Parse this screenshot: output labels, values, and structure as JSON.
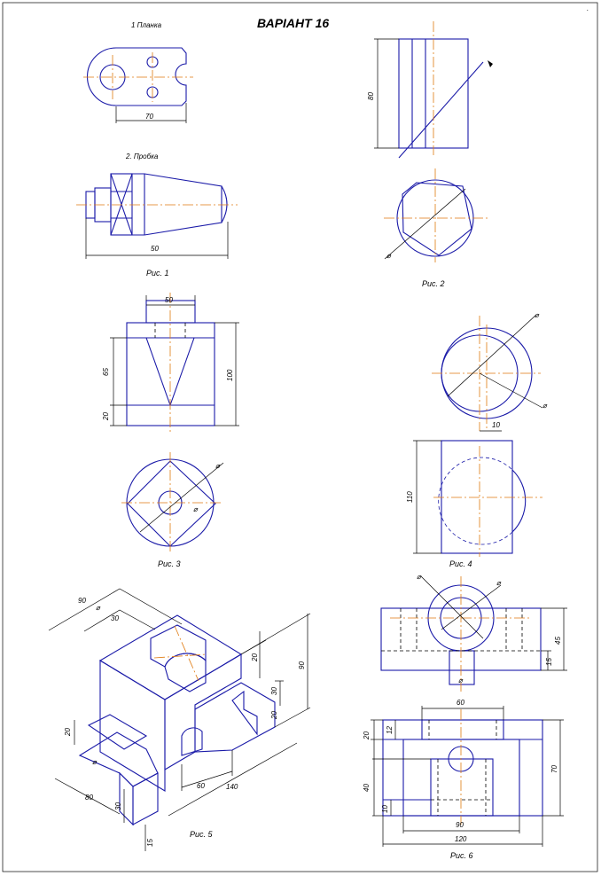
{
  "sheet": {
    "title": "ВАРІАНТ  16"
  },
  "fig1": {
    "part1_label": "1 Планка",
    "part2_label": "2. Пробка",
    "dim_70": "70",
    "dim_50": "50",
    "caption": "Рис. 1"
  },
  "fig2": {
    "dim_80": "80",
    "caption": "Рис. 2"
  },
  "fig3": {
    "dim_50": "50",
    "dim_65": "65",
    "dim_100": "100",
    "dim_20": "20",
    "caption": "Рис. 3"
  },
  "fig4": {
    "dim_10": "10",
    "dim_110": "110",
    "caption": "Рис. 4"
  },
  "fig5": {
    "dim_90a": "90",
    "dim_30a": "30",
    "dim_20a": "20",
    "dim_90b": "90",
    "dim_30b": "30",
    "dim_20b": "20",
    "dim_20c": "20",
    "dim_80": "80",
    "dim_30c": "30",
    "dim_15": "15",
    "dim_60": "60",
    "dim_140": "140",
    "caption": "Рис. 5"
  },
  "fig6": {
    "dim_45": "45",
    "dim_15": "15",
    "dim_60": "60",
    "dim_20": "20",
    "dim_12": "12",
    "dim_70": "70",
    "dim_40": "40",
    "dim_10": "10",
    "dim_90": "90",
    "dim_120": "120",
    "caption": "Рис. 6"
  }
}
